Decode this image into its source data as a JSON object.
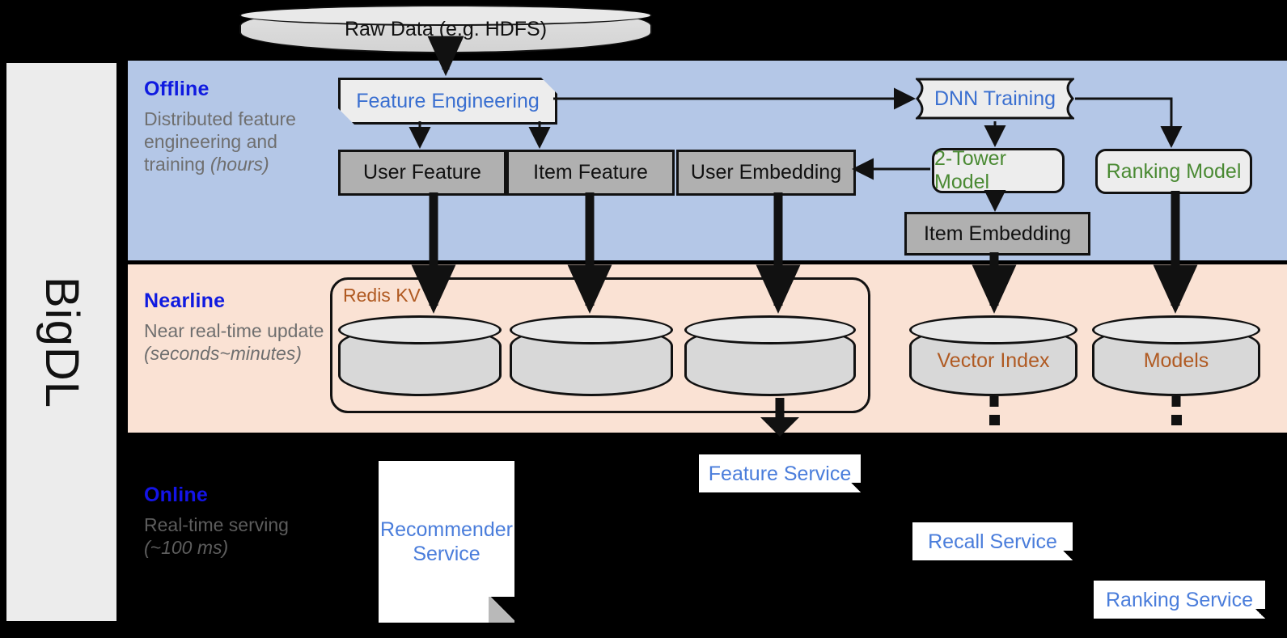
{
  "sidebar": {
    "label": "BigDL"
  },
  "raw_data": {
    "label": "Raw Data (e.g. HDFS)"
  },
  "stages": {
    "offline": {
      "title": "Offline",
      "desc_main": "Distributed feature engineering and training ",
      "desc_em": "(hours)"
    },
    "nearline": {
      "title": "Nearline",
      "desc_main": "Near real-time update ",
      "desc_em": "(seconds~minutes)"
    },
    "online": {
      "title": "Online",
      "desc_main": "Real-time serving ",
      "desc_em": "(~100 ms)"
    }
  },
  "offline": {
    "feature_engineering": "Feature Engineering",
    "dnn_training": "DNN Training",
    "user_feature": "User Feature",
    "item_feature": "Item Feature",
    "user_embedding": "User Embedding",
    "two_tower_model": "2-Tower Model",
    "ranking_model": "Ranking Model",
    "item_embedding": "Item Embedding"
  },
  "nearline": {
    "redis_kv": "Redis KV",
    "vector_index": "Vector Index",
    "models": "Models"
  },
  "online": {
    "recommender_service": "Recommender Service",
    "feature_service": "Feature Service",
    "recall_service": "Recall Service",
    "ranking_service": "Ranking Service"
  },
  "colors": {
    "offline_band": "#b4c7e7",
    "nearline_band": "#fae2d4",
    "online_band": "#000000",
    "stage_title": "#0f1ae0",
    "process_blue": "#3a6fd0",
    "model_green": "#4a8a33",
    "store_orange": "#b05a22",
    "service_blue": "#4a7ddb",
    "data_box_fill": "#b0b0b0"
  }
}
